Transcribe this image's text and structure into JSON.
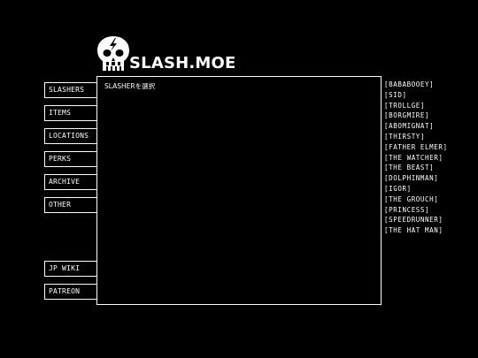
{
  "logo": {
    "text": "SLASH.MOE",
    "icon": "skull-lightning-icon"
  },
  "nav": {
    "items": [
      {
        "label": "SLASHERS"
      },
      {
        "label": "ITEMS"
      },
      {
        "label": "LOCATIONS"
      },
      {
        "label": "PERKS"
      },
      {
        "label": "ARCHIVE"
      },
      {
        "label": "OTHER"
      }
    ],
    "bottom": [
      {
        "label": "JP WIKI"
      },
      {
        "label": "PATREON"
      }
    ]
  },
  "panel": {
    "title": "SLASHERを選択"
  },
  "slashers": [
    "[BABABOOEY]",
    "[SID]",
    "[TROLLGE]",
    "[BORGMIRE]",
    "[ABOMIGNAT]",
    "[THIRSTY]",
    "[FATHER ELMER]",
    "[THE WATCHER]",
    "[THE BEAST]",
    "[DOLPHINMAN]",
    "[IGOR]",
    "[THE GROUCH]",
    "[PRINCESS]",
    "[SPEEDRUNNER]",
    "[THE HAT MAN]"
  ],
  "colors": {
    "background": "#000000",
    "foreground": "#ffffff"
  }
}
